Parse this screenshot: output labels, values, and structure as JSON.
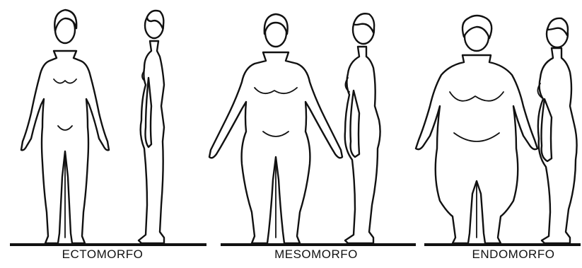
{
  "panels": [
    {
      "label": "ECTOMORFO"
    },
    {
      "label": "MESOMORFO"
    },
    {
      "label": "ENDOMORFO"
    }
  ]
}
